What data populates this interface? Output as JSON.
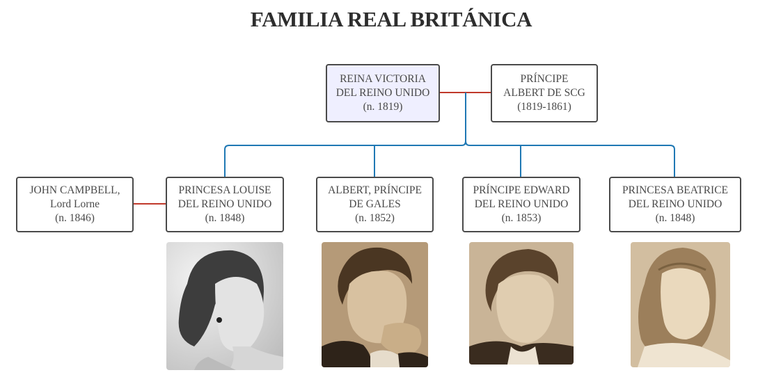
{
  "title": "FAMILIA REAL BRITÁNICA",
  "parents": {
    "victoria": {
      "line1": "REINA VICTORIA",
      "line2": "DEL REINO UNIDO",
      "line3": "(n. 1819)"
    },
    "albert": {
      "line1": "PRÍNCIPE",
      "line2": "ALBERT DE SCG",
      "line3": "(1819-1861)"
    }
  },
  "spouse": {
    "line1": "JOHN CAMPBELL,",
    "line2": "Lord Lorne",
    "line3": "(n. 1846)"
  },
  "children": [
    {
      "line1": "PRINCESA LOUISE",
      "line2": "DEL REINO UNIDO",
      "line3": "(n. 1848)",
      "photo": "portrait-princess-louise"
    },
    {
      "line1": "ALBERT, PRÍNCIPE",
      "line2": "DE GALES",
      "line3": "(n. 1852)",
      "photo": "portrait-albert-prince-of-wales"
    },
    {
      "line1": "PRÍNCIPE EDWARD",
      "line2": "DEL REINO UNIDO",
      "line3": "(n. 1853)",
      "photo": "portrait-prince-edward"
    },
    {
      "line1": "PRINCESA BEATRICE",
      "line2": "DEL REINO UNIDO",
      "line3": "(n. 1848)",
      "photo": "portrait-princess-beatrice"
    }
  ],
  "colors": {
    "marriage_line": "#c0392b",
    "descent_line": "#1f78b4",
    "box_border": "#4a4a4a",
    "highlight_fill": "#efefff"
  }
}
